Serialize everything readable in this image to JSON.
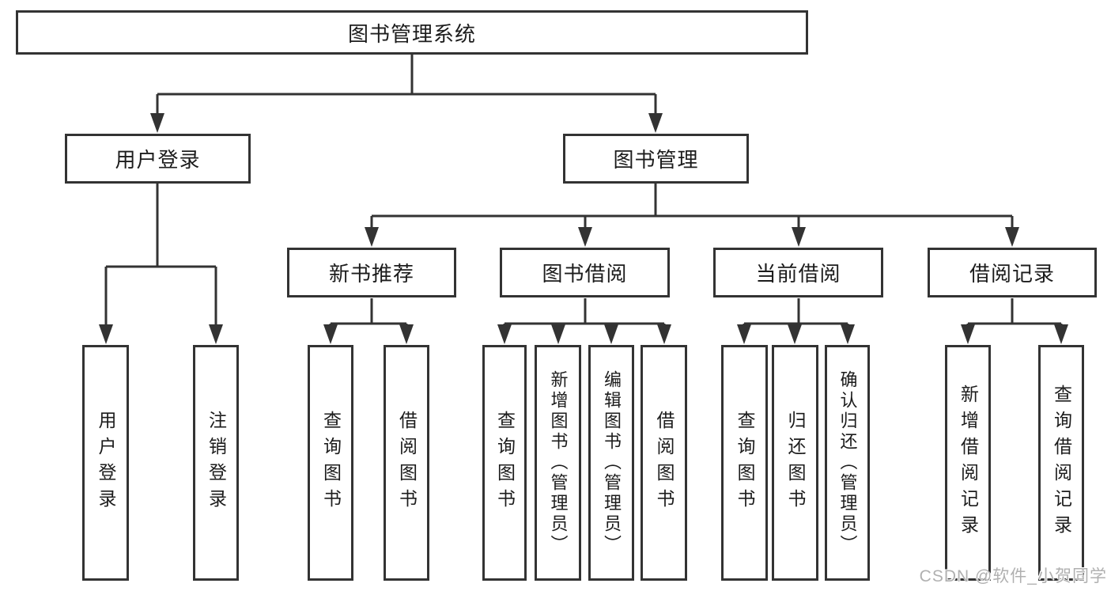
{
  "diagram": {
    "tree": {
      "label": "图书管理系统",
      "children": [
        {
          "label": "用户登录",
          "children": [
            {
              "label": "用户登录"
            },
            {
              "label": "注销登录"
            }
          ]
        },
        {
          "label": "图书管理",
          "children": [
            {
              "label": "新书推荐",
              "children": [
                {
                  "label": "查询图书"
                },
                {
                  "label": "借阅图书"
                }
              ]
            },
            {
              "label": "图书借阅",
              "children": [
                {
                  "label": "查询图书"
                },
                {
                  "label": "新增图书（管理员）"
                },
                {
                  "label": "编辑图书（管理员）"
                },
                {
                  "label": "借阅图书"
                }
              ]
            },
            {
              "label": "当前借阅",
              "children": [
                {
                  "label": "查询图书"
                },
                {
                  "label": "归还图书"
                },
                {
                  "label": "确认归还（管理员）"
                }
              ]
            },
            {
              "label": "借阅记录",
              "children": [
                {
                  "label": "新增借阅记录"
                },
                {
                  "label": "查询借阅记录"
                }
              ]
            }
          ]
        }
      ]
    }
  },
  "watermark": {
    "text": "CSDN @软件_小贺同学"
  },
  "colors": {
    "line": "#333333",
    "text": "#1c1c1c",
    "box_background": "#ffffff",
    "watermark": "#b0b0b0",
    "background": "#ffffff"
  }
}
